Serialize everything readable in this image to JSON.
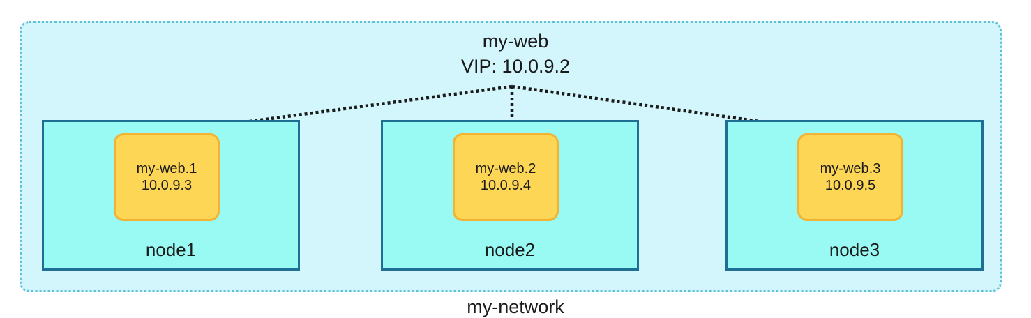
{
  "service": {
    "name": "my-web",
    "vip": "VIP: 10.0.9.2"
  },
  "network": {
    "name": "my-network"
  },
  "nodes": [
    {
      "label": "node1",
      "task": {
        "name": "my-web.1",
        "ip": "10.0.9.3"
      }
    },
    {
      "label": "node2",
      "task": {
        "name": "my-web.2",
        "ip": "10.0.9.4"
      }
    },
    {
      "label": "node3",
      "task": {
        "name": "my-web.3",
        "ip": "10.0.9.5"
      }
    }
  ],
  "colors": {
    "network_fill": "#d3f6fc",
    "network_border": "#5fbfd4",
    "node_fill": "#98faf3",
    "node_border": "#1f6f95",
    "task_fill": "#fdd655",
    "task_border": "#f2b233",
    "link": "#1a1a1a"
  }
}
